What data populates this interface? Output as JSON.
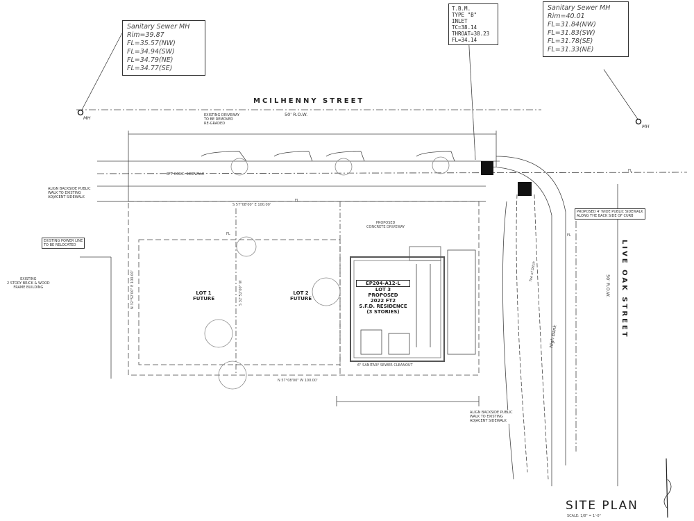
{
  "notes": {
    "mh_left": {
      "title": "Sanitary Sewer MH",
      "lines": [
        "Rim=39.87",
        "FL=35.57(NW)",
        "FL=34.94(SW)",
        "FL=34.79(NE)",
        "FL=34.77(SE)"
      ]
    },
    "mh_right": {
      "title": "Sanitary Sewer MH",
      "lines": [
        "Rim=40.01",
        "FL=31.84(NW)",
        "FL=31.83(SW)",
        "FL=31.78(SE)",
        "FL=31.33(NE)"
      ]
    },
    "tbm": {
      "lines": [
        "T.B.M.",
        "TYPE \"B\" INLET",
        "TC=38.14",
        "THROAT=38.23",
        "FL=34.14"
      ]
    }
  },
  "labels": {
    "mh": "MH",
    "mcilhenny_street": "MCILHENNY STREET",
    "mcilhenny_row": "50' R.O.W.",
    "live_oak_street": "LIVE OAK STREET",
    "live_oak_row": "50' R.O.W.",
    "fl": "FL",
    "lot1": [
      "LOT 1",
      "FUTURE"
    ],
    "lot2": [
      "LOT 2",
      "FUTURE"
    ],
    "residence": [
      "EP204-A12-L",
      "LOT 3",
      "PROPOSED",
      "2022 FT2",
      "S.F.D. RESIDENCE",
      "(3 STORIES)"
    ],
    "bearing_top": "S 57°08'00\" E 100.00'",
    "bearing_bottom": "N 57°08'00\" W 100.00'",
    "bearing_left": "N 32°52'00\" E 100.00'",
    "bearing_mid": "S 32°52'00\" W",
    "high_bank": "High Bank",
    "toe_of_ditch": "Toe of Ditch",
    "existing_power_line": [
      "EXISTING POWER LINE",
      "TO BE RELOCATED"
    ],
    "existing_building": [
      "EXISTING",
      "2 STORY BRICK & WOOD",
      "FRAME BUILDING"
    ],
    "existing_driveway": [
      "EXISTING DRIVEWAY",
      "TO BE REMOVED",
      "RE-GRADED"
    ],
    "align_note_left": [
      "ALIGN BACKSIDE PUBLIC",
      "WALK TO EXISTING",
      "ADJACENT SIDEWALK"
    ],
    "align_note_bottom": [
      "ALIGN BACKSIDE PUBLIC",
      "WALK TO EXISTING",
      "ADJACENT SIDEWALK"
    ],
    "proposed_walk": [
      "PROPOSED 4' WIDE PUBLIC SIDEWALK",
      "ALONG THE BACK SIDE OF CURB"
    ],
    "sidewalk_note": "8FT CONC. SIDEWALK",
    "sewer_cleanout": "6\" SANITARY SEWER CLEANOUT",
    "driveway_note": [
      "PROPOSED",
      "CONCRETE DRIVEWAY"
    ]
  },
  "title": {
    "main": "SITE PLAN",
    "scale": "SCALE: 1/8\" = 1'-0\""
  }
}
